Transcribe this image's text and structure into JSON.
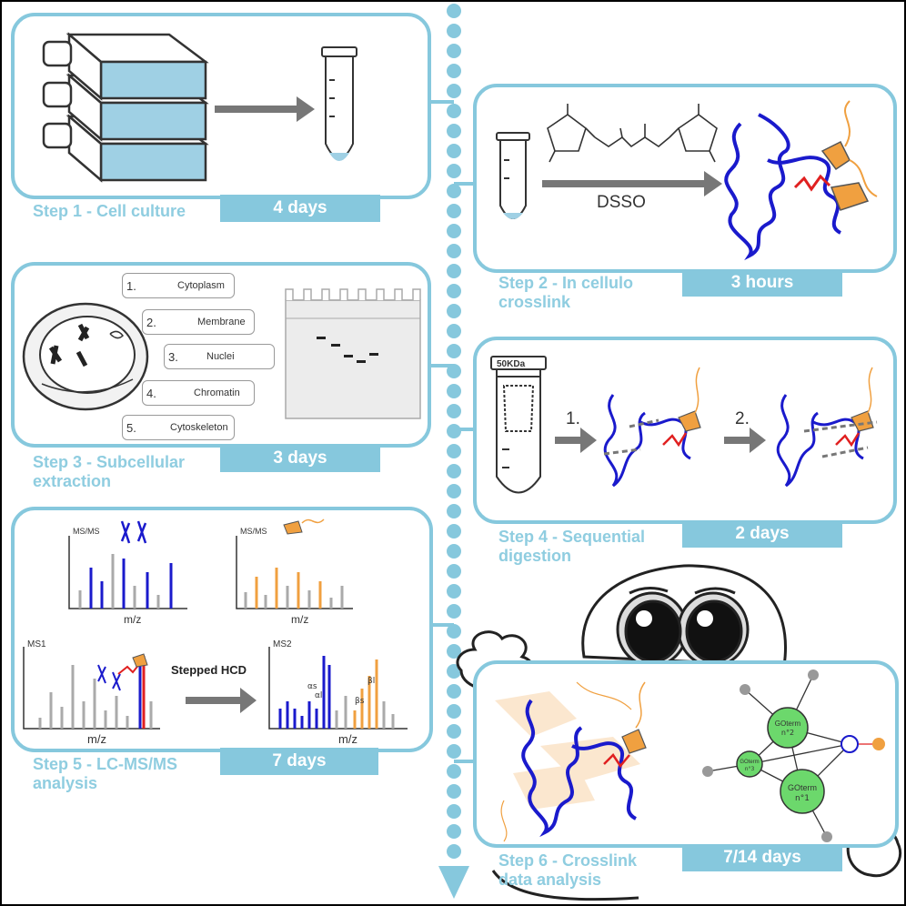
{
  "steps": [
    {
      "title": "Step 1 - Cell culture",
      "duration": "4 days"
    },
    {
      "title_line1": "Step 2 - In cellulo",
      "title_line2": "crosslink",
      "duration": "3 hours"
    },
    {
      "title_line1": "Step 3 - Subcellular",
      "title_line2": "extraction",
      "duration": "3 days"
    },
    {
      "title_line1": "Step 4 - Sequential",
      "title_line2": "digestion",
      "duration": "2 days"
    },
    {
      "title_line1": "Step 5 - LC-MS/MS",
      "title_line2": "analysis",
      "duration": "7 days"
    },
    {
      "title_line1": "Step 6 - Crosslink",
      "title_line2": "data analysis",
      "duration": "7/14 days"
    }
  ],
  "step2": {
    "reagent": "DSSO"
  },
  "step3": {
    "fractions": [
      {
        "num": "1.",
        "name": "Cytoplasm"
      },
      {
        "num": "2.",
        "name": "Membrane"
      },
      {
        "num": "3.",
        "name": "Nuclei"
      },
      {
        "num": "4.",
        "name": "Chromatin"
      },
      {
        "num": "5.",
        "name": "Cytoskeleton"
      }
    ]
  },
  "step4": {
    "filter_label": "50KDa",
    "stage1": "1.",
    "stage2": "2."
  },
  "step5": {
    "msms_label_a": "MS/MS",
    "msms_label_b": "MS/MS",
    "axis_mz": "m/z",
    "ms1_label": "MS1",
    "ms2_label": "MS2",
    "method": "Stepped HCD",
    "ion_labels": [
      "αs",
      "αl",
      "βs",
      "βl"
    ]
  },
  "step6": {
    "nodes": [
      {
        "line1": "GOterm",
        "line2": "n°2"
      },
      {
        "line1": "GOterm",
        "line2": "n°3"
      },
      {
        "line1": "GOterm",
        "line2": "n°1"
      }
    ]
  },
  "colors": {
    "accent": "#86c8dd",
    "protein_blue": "#1a1acc",
    "peptide_orange": "#f0a040",
    "crosslink_red": "#e02020",
    "node_green": "#6cd86c"
  }
}
